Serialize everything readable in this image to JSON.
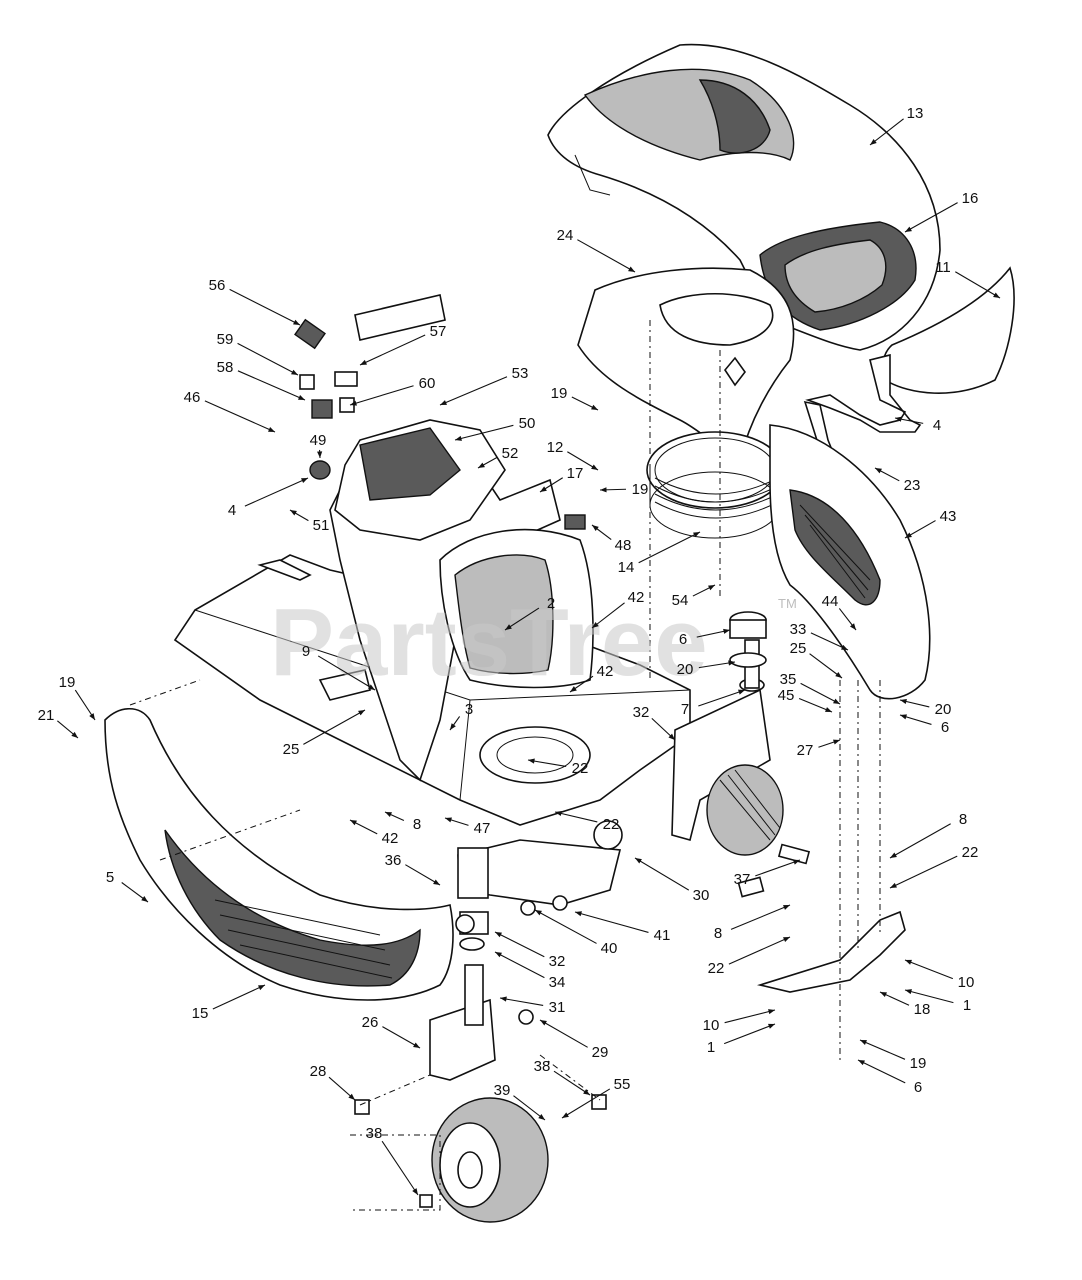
{
  "watermark": {
    "text": "PartsTree",
    "tm": "TM"
  },
  "callouts": [
    "13",
    "16",
    "11",
    "24",
    "56",
    "57",
    "59",
    "58",
    "60",
    "53",
    "50",
    "46",
    "49",
    "19",
    "52",
    "12",
    "17",
    "19",
    "4",
    "23",
    "4",
    "51",
    "48",
    "43",
    "14",
    "54",
    "2",
    "42",
    "44",
    "6",
    "33",
    "25",
    "20",
    "35",
    "9",
    "42",
    "45",
    "20",
    "6",
    "19",
    "21",
    "3",
    "7",
    "32",
    "27",
    "25",
    "22",
    "8",
    "22",
    "42",
    "47",
    "36",
    "30",
    "8",
    "22",
    "37",
    "5",
    "32",
    "40",
    "41",
    "8",
    "22",
    "10",
    "34",
    "31",
    "18",
    "1",
    "15",
    "26",
    "29",
    "10",
    "1",
    "19",
    "28",
    "38",
    "6",
    "39",
    "55",
    "38"
  ]
}
